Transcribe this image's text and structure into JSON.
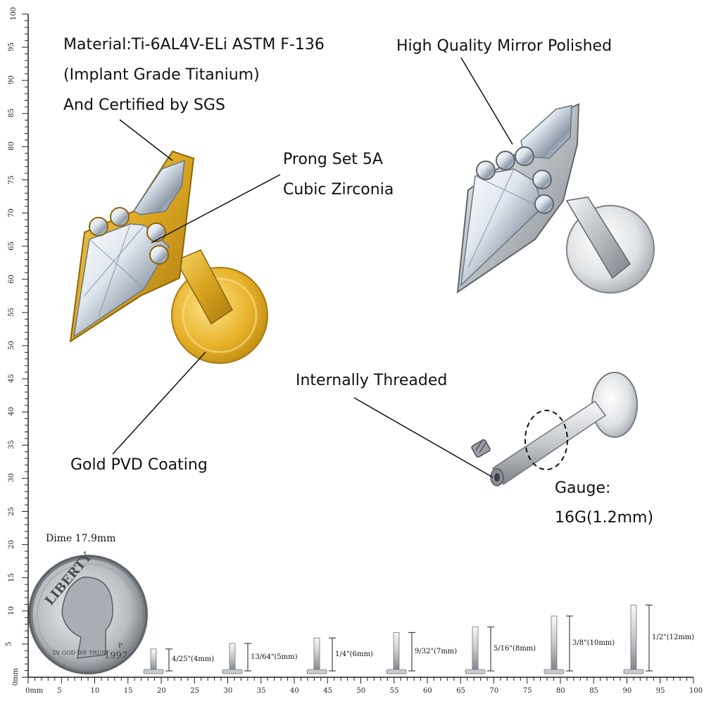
{
  "labels": {
    "material_line1": "Material:Ti-6AL4V-ELi ASTM F-136",
    "material_line2": "(Implant Grade Titanium)",
    "material_line3": "And Certified by SGS",
    "polished": "High Quality Mirror Polished",
    "prong_line1": "Prong Set 5A",
    "prong_line2": "Cubic Zirconia",
    "threaded": "Internally Threaded",
    "gold": "Gold PVD Coating",
    "gauge_line1": "Gauge:",
    "gauge_line2": "16G(1.2mm)",
    "dime": "Dime 17.9mm"
  },
  "sizes": [
    {
      "label": "4/25\"(4mm)",
      "mm": 4
    },
    {
      "label": "13/64\"(5mm)",
      "mm": 5
    },
    {
      "label": "1/4\"(6mm)",
      "mm": 6
    },
    {
      "label": "9/32\"(7mm)",
      "mm": 7
    },
    {
      "label": "5/16\"(8mm)",
      "mm": 8
    },
    {
      "label": "3/8\"(10mm)",
      "mm": 10
    },
    {
      "label": "1/2\"(12mm)",
      "mm": 12
    }
  ],
  "ruler": {
    "unit": "mm",
    "bottom_ticks": [
      "0mm",
      "5",
      "10",
      "15",
      "20",
      "25",
      "30",
      "35",
      "40",
      "45",
      "50",
      "55",
      "60",
      "65",
      "70",
      "75",
      "80",
      "85",
      "90",
      "95",
      "100"
    ],
    "left_ticks": [
      "100",
      "95",
      "90",
      "85",
      "80",
      "75",
      "70",
      "65",
      "60",
      "55",
      "50",
      "45",
      "40",
      "35",
      "30",
      "25",
      "20",
      "15",
      "10",
      "5",
      "0mm"
    ]
  },
  "coin": {
    "top_text": "LIBERTY",
    "motto": "IN GOD WE TRUST",
    "year": "1997",
    "mint": "P"
  },
  "colors": {
    "gold": "#d9a520",
    "silver": "#c8ccd0",
    "text": "#111111"
  }
}
